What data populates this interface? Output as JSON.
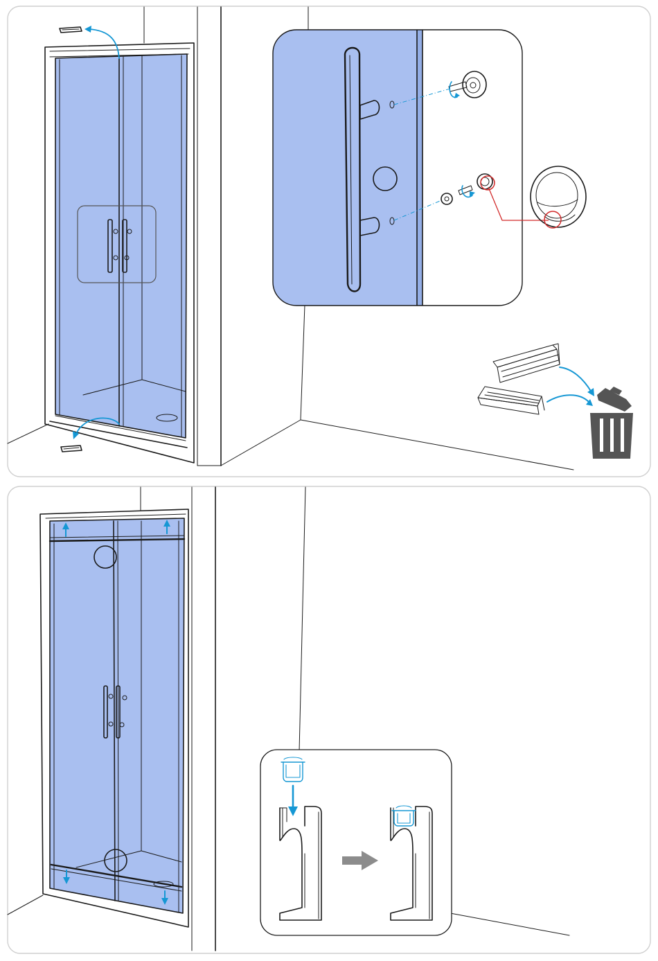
{
  "colors": {
    "glass": "#a9bff0",
    "accent_arrow": "#1597d4",
    "highlight_ring": "#d22b2b",
    "bin": "#555555",
    "step_arrow": "#8c8c8c",
    "panel_border": "#cfcfcf"
  },
  "icons": {
    "step1_removed_clip_top": "clip-icon",
    "step1_removed_clip_bottom": "clip-icon",
    "packaging_profiles": "profile-icon",
    "disposal": "trash-bin-icon",
    "handle_screw_top": "screw-icon",
    "handle_screw_bottom": "screw-icon",
    "cover_cap_detail": "cap-icon",
    "seal_insert": "seal-icon",
    "progress_arrow": "arrow-right-icon"
  },
  "steps": [
    {
      "panel": "top",
      "callouts": [
        "handle-detail-inset",
        "packaging-disposal"
      ],
      "number_badges": [
        ""
      ]
    },
    {
      "panel": "bottom",
      "callouts": [
        "seal-fitting-inset"
      ],
      "number_badges": [
        "",
        ""
      ]
    }
  ]
}
